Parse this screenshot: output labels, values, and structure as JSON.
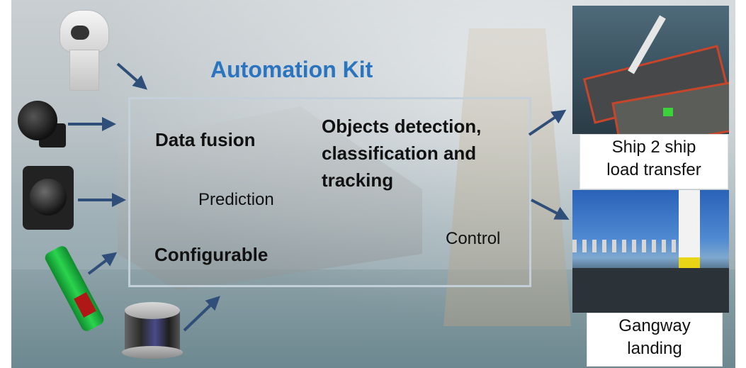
{
  "title": "Automation Kit",
  "labels": {
    "data_fusion": "Data fusion",
    "prediction": "Prediction",
    "configurable": "Configurable",
    "objects_detection_lines": [
      "Objects detection,",
      "classification and",
      "tracking"
    ],
    "control": "Control"
  },
  "outputs": {
    "ship": {
      "lines": [
        "Ship 2 ship",
        "load transfer"
      ]
    },
    "gangway": {
      "lines": [
        "Gangway",
        "landing"
      ]
    }
  },
  "colors": {
    "title": "#2a74c0",
    "arrow": "#2f4f7a",
    "frame": "#c3d0da"
  },
  "sensors": [
    "ptz-camera-icon",
    "dark-camera-icon",
    "box-camera-icon",
    "green-sensor-icon",
    "lidar-icon"
  ]
}
